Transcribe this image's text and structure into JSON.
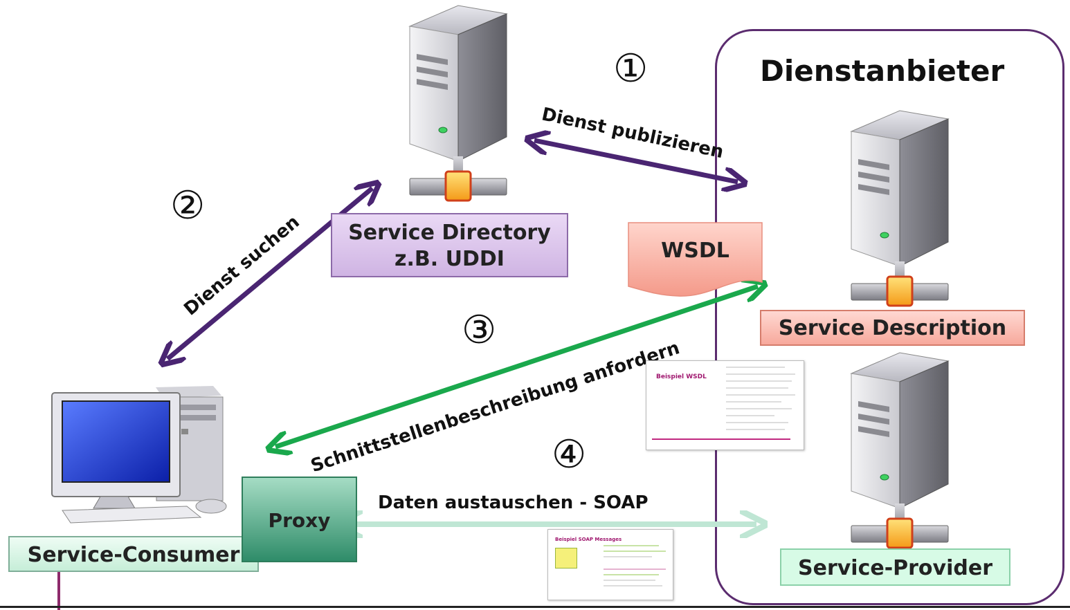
{
  "provider_group": {
    "title": "Dienstanbieter"
  },
  "steps": [
    {
      "number": "①",
      "label": "Dienst publizieren"
    },
    {
      "number": "②",
      "label": "Dienst suchen"
    },
    {
      "number": "③",
      "label": "Schnittstellenbeschreibung anfordern"
    },
    {
      "number": "④",
      "label": "Daten austauschen - SOAP"
    }
  ],
  "nodes": {
    "directory": {
      "line1": "Service Directory",
      "line2": "z.B. UDDI"
    },
    "description": "Service Description",
    "provider": "Service-Provider",
    "consumer": "Service-Consumer",
    "proxy": "Proxy",
    "wsdl": "WSDL"
  },
  "thumbnails": {
    "wsdl_slide_title": "Beispiel WSDL",
    "soap_slide_title": "Beispiel SOAP Messages"
  },
  "colors": {
    "purple_arrow": "#4a2572",
    "green_arrow": "#1aa84c",
    "light_green_arrow": "#bfe6d4",
    "group_border": "#5b2c6f"
  }
}
